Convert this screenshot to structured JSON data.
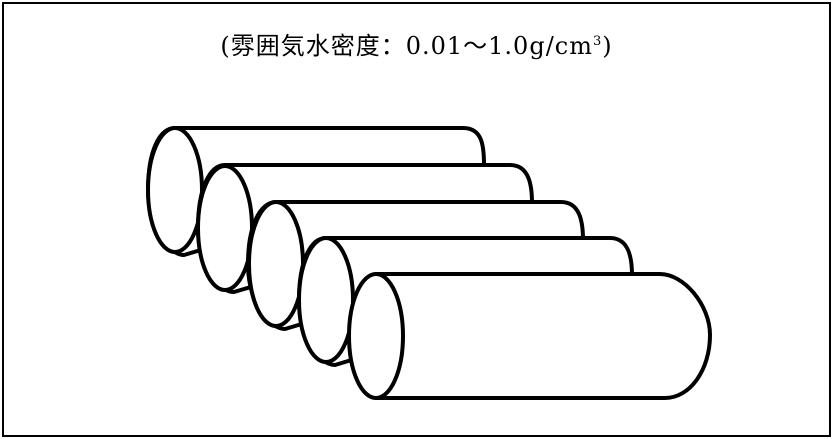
{
  "caption": {
    "prefix": "(雰囲気水密度：0.01～1.0g/cm",
    "superscript": "3",
    "suffix": ")"
  },
  "diagram": {
    "cylinder_count": 5,
    "stroke_color": "#000000",
    "fill_color": "#ffffff"
  }
}
